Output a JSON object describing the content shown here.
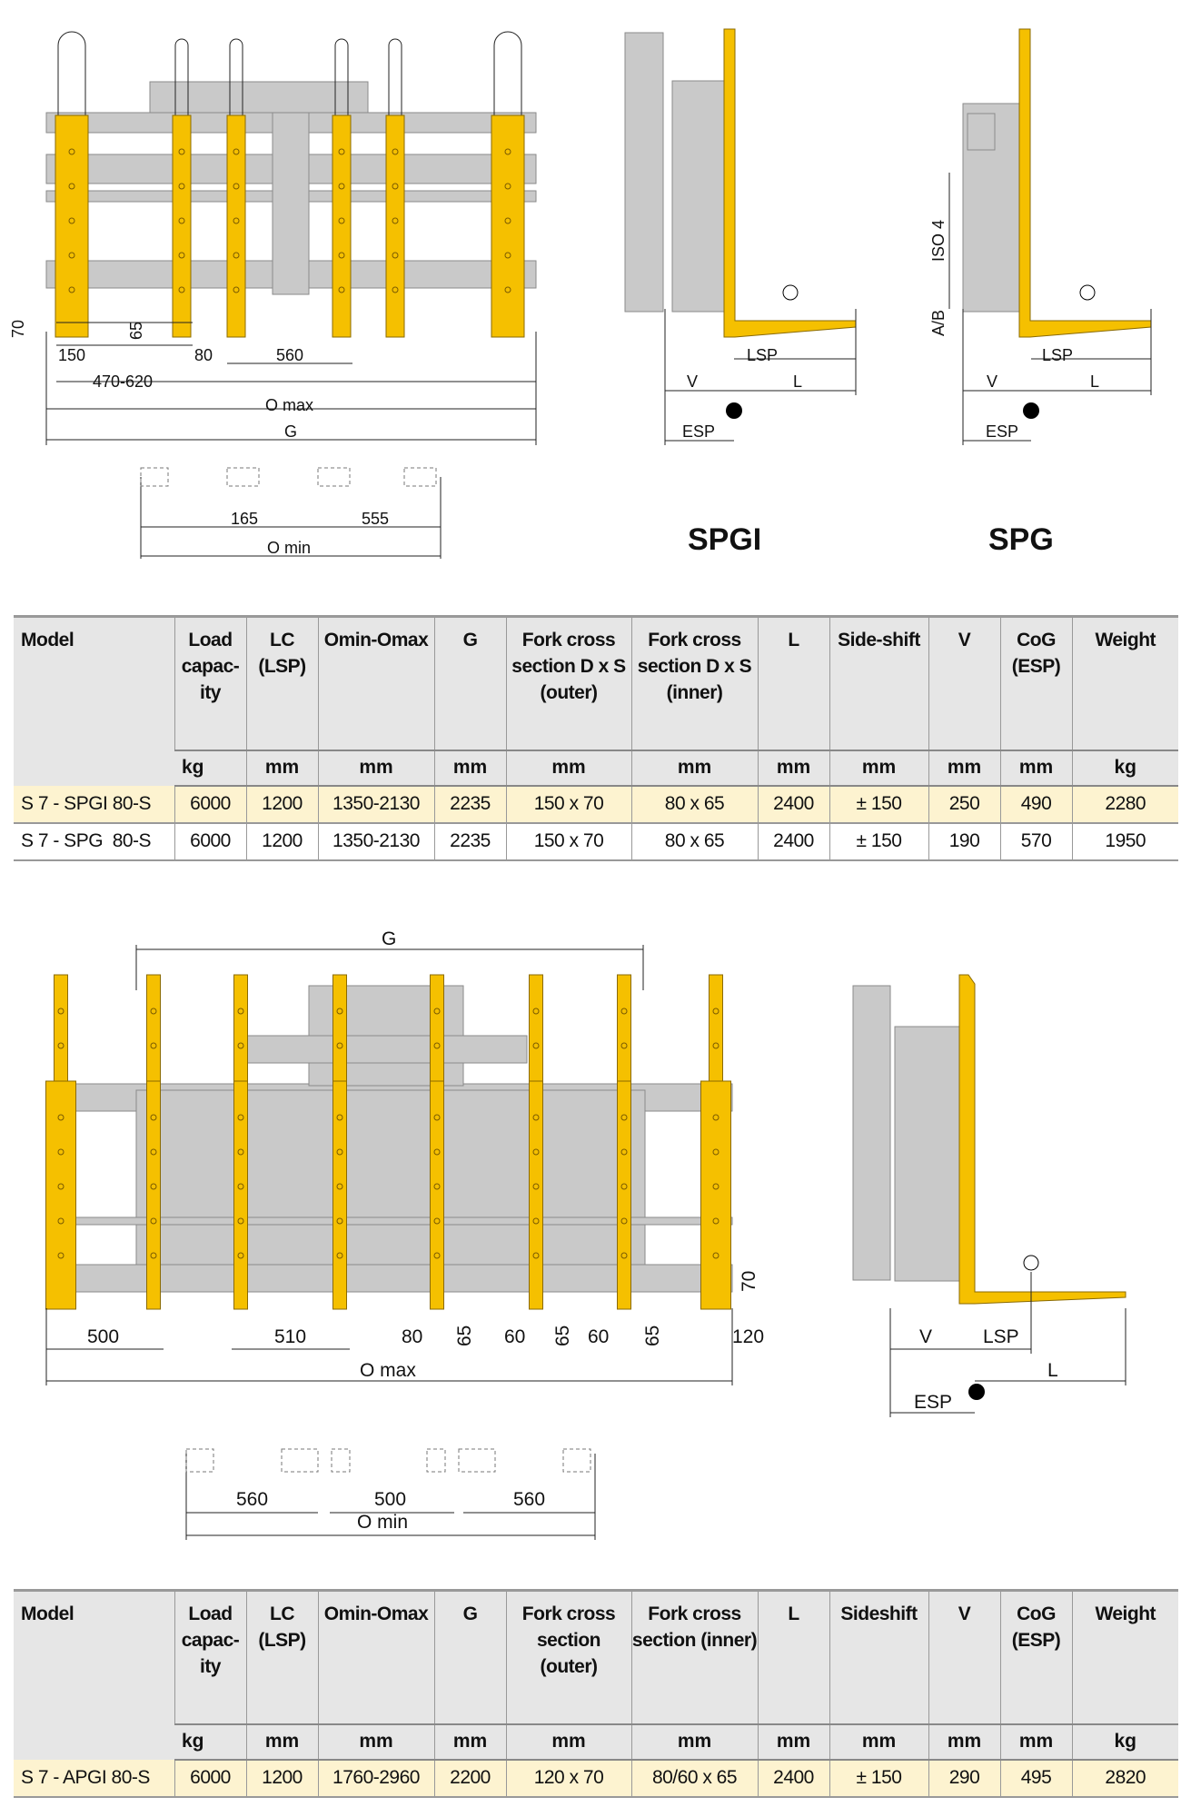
{
  "drawing1": {
    "front_labels": {
      "h70": "70",
      "w150": "150",
      "h65": "65",
      "w80": "80",
      "w560": "560",
      "range": "470-620",
      "omax": "O max",
      "g": "G",
      "w165": "165",
      "w555": "555",
      "omin": "O min"
    },
    "spgi": {
      "title": "SPGI",
      "v": "V",
      "lsp": "LSP",
      "l": "L",
      "esp": "ESP"
    },
    "spg": {
      "title": "SPG",
      "iso": "ISO 4",
      "ab": "A/B",
      "v": "V",
      "lsp": "LSP",
      "l": "L",
      "esp": "ESP"
    }
  },
  "table1": {
    "headers": [
      "Model",
      "Load capac-ity",
      "LC (LSP)",
      "Omin-Omax",
      "G",
      "Fork cross section D x S (outer)",
      "Fork cross section D x S (inner)",
      "L",
      "Side-shift",
      "V",
      "CoG (ESP)",
      "Weight"
    ],
    "units": [
      "",
      "kg",
      "mm",
      "mm",
      "mm",
      "mm",
      "mm",
      "mm",
      "mm",
      "mm",
      "mm",
      "kg"
    ],
    "rows": [
      [
        "S 7 - SPGI 80-S",
        "6000",
        "1200",
        "1350-2130",
        "2235",
        "150 x 70",
        "80 x 65",
        "2400",
        "± 150",
        "250",
        "490",
        "2280"
      ],
      [
        "S 7 - SPG  80-S",
        "6000",
        "1200",
        "1350-2130",
        "2235",
        "150 x 70",
        "80 x 65",
        "2400",
        "± 150",
        "190",
        "570",
        "1950"
      ]
    ]
  },
  "drawing2": {
    "labels": {
      "g": "G",
      "w500": "500",
      "w510": "510",
      "w80": "80",
      "h65a": "65",
      "w60a": "60",
      "h65b": "65",
      "w60b": "60",
      "h65c": "65",
      "w120": "120",
      "h70": "70",
      "omax": "O max",
      "omin_a": "560",
      "omin_b": "500",
      "omin_c": "560",
      "omin": "O min"
    },
    "side": {
      "v": "V",
      "lsp": "LSP",
      "l": "L",
      "esp": "ESP"
    }
  },
  "table2": {
    "headers": [
      "Model",
      "Load capac-ity",
      "LC (LSP)",
      "Omin-Omax",
      "G",
      "Fork cross section (outer)",
      "Fork cross section (inner)",
      "L",
      "Sideshift",
      "V",
      "CoG (ESP)",
      "Weight"
    ],
    "units": [
      "",
      "kg",
      "mm",
      "mm",
      "mm",
      "mm",
      "mm",
      "mm",
      "mm",
      "mm",
      "mm",
      "kg"
    ],
    "rows": [
      [
        "S 7 - APGI 80-S",
        "6000",
        "1200",
        "1760-2960",
        "2200",
        "120 x 70",
        "80/60 x 65",
        "2400",
        "± 150",
        "290",
        "495",
        "2820"
      ]
    ]
  },
  "colors": {
    "fork": "#f5c000",
    "frame": "#c9c9c9",
    "highlight_row": "#fdf3d0",
    "header_bg": "#e6e6e6"
  }
}
